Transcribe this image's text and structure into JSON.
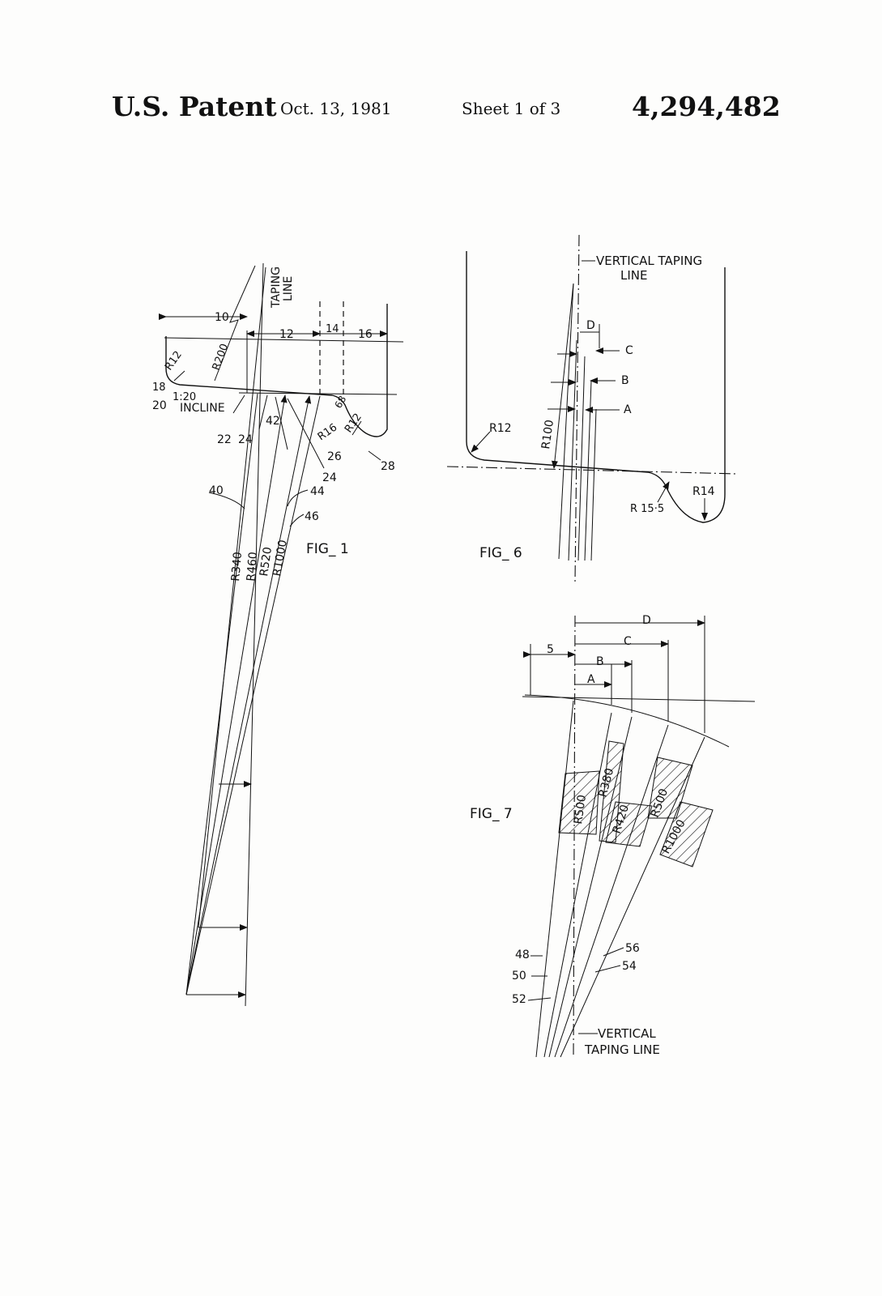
{
  "header": {
    "publisher": "U.S. Patent",
    "date": "Oct. 13, 1981",
    "sheet": "Sheet 1 of 3",
    "patent_number": "4,294,482"
  },
  "fig1": {
    "caption": "FIG_ 1",
    "taping_line": [
      "TAPING",
      "LINE"
    ],
    "incline_ratio": "1:20",
    "incline_word": "INCLINE",
    "dims": {
      "d10": "10",
      "d12": "12",
      "d14": "14",
      "d16": "16"
    },
    "radii": {
      "r12_left": "R12",
      "r200": "R200",
      "r16": "R16",
      "r12_right": "R12",
      "r340": "R340",
      "r460": "R460",
      "r520": "R520",
      "r1000": "R1000"
    },
    "angle": "68",
    "refs": {
      "r18": "18",
      "r20": "20",
      "r22": "22",
      "r24a": "24",
      "r42": "42",
      "r24b": "24",
      "r26": "26",
      "r28": "28",
      "r40": "40",
      "r44": "44",
      "r46": "46"
    }
  },
  "fig6": {
    "caption": "FIG_ 6",
    "vertical_taping_line": [
      "VERTICAL TAPING",
      "LINE"
    ],
    "labels": {
      "d": "D",
      "c": "C",
      "b": "B",
      "a": "A"
    },
    "radii": {
      "r12": "R12",
      "r100": "R100",
      "r155": "R 15·5",
      "r14": "R14"
    }
  },
  "fig7": {
    "caption": "FIG_ 7",
    "dims": {
      "d5": "5",
      "a": "A",
      "b": "B",
      "c": "C",
      "d": "D"
    },
    "radii": {
      "r500a": "R500",
      "r380": "R380",
      "r420": "R420",
      "r500b": "R500",
      "r1000": "R1000"
    },
    "refs": {
      "r48": "48",
      "r50": "50",
      "r52": "52",
      "r56": "56",
      "r54": "54"
    },
    "vertical_taping_line": [
      "VERTICAL",
      "TAPING  LINE"
    ]
  }
}
